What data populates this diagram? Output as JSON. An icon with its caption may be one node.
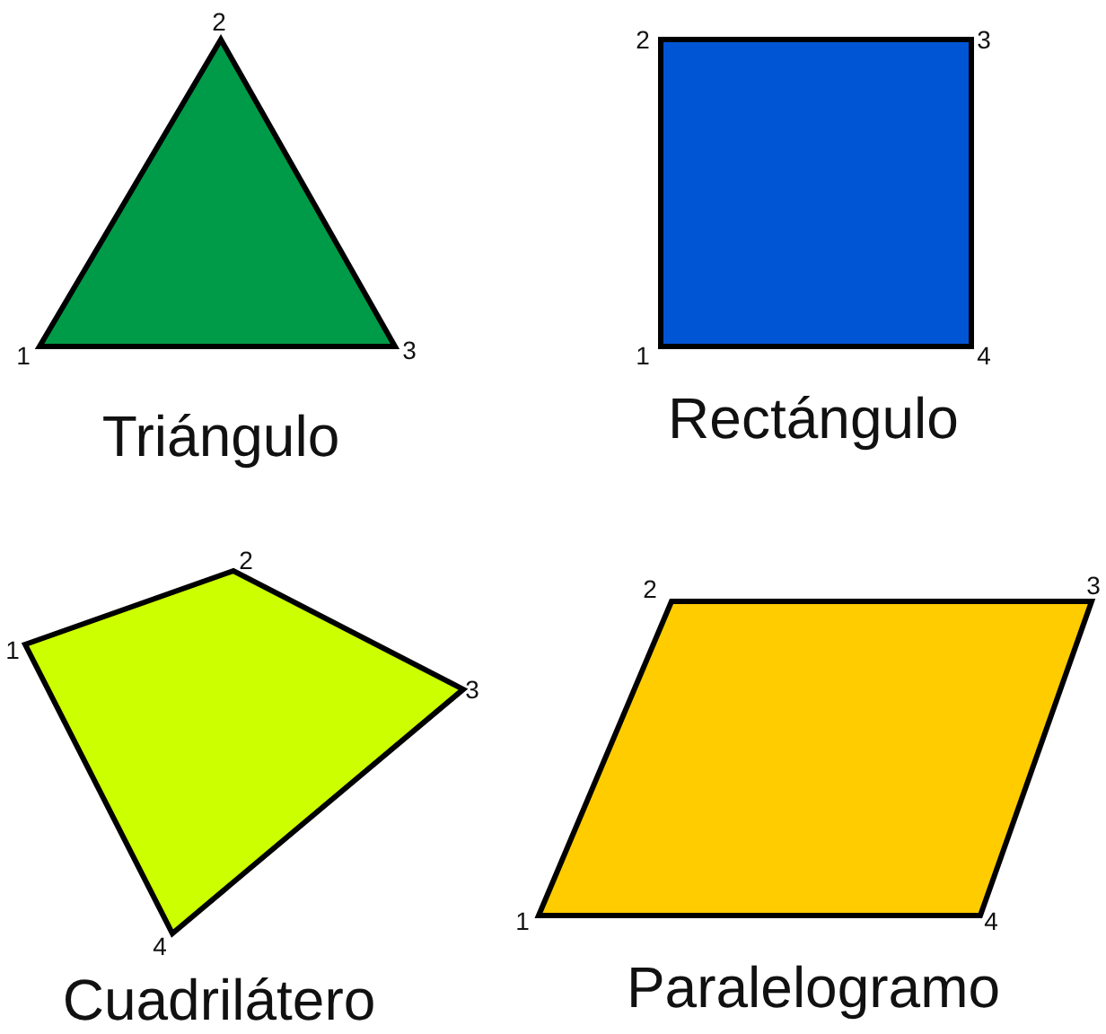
{
  "diagram": {
    "labels": [
      "2",
      "1",
      "3",
      "Triángulo",
      "2",
      "3",
      "1",
      "4",
      "Rectángulo",
      "2",
      "1",
      "3",
      "4",
      "Cuadrilátero",
      "2",
      "3",
      "1",
      "4",
      "Paralelogramo"
    ]
  }
}
